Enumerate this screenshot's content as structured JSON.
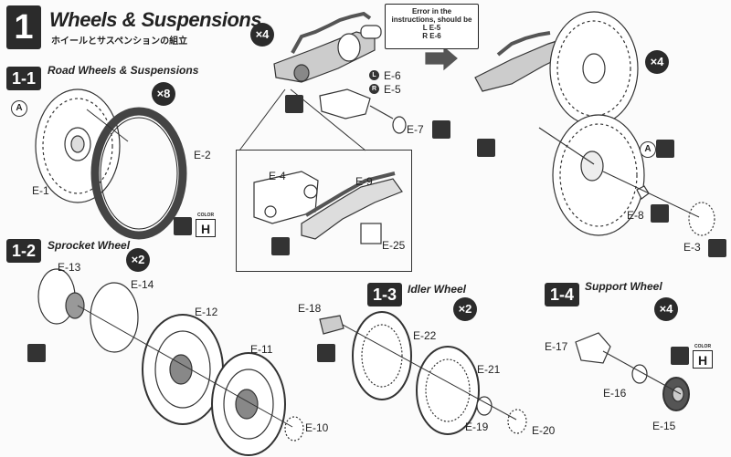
{
  "header": {
    "step_number": "1",
    "title": "Wheels & Suspensions",
    "subtitle_jp": "ホイールとサスペンションの組立"
  },
  "error_note": {
    "line1": "Error in the",
    "line2": "instructions, should be",
    "line3": "L  E-5",
    "line4": "R E-6"
  },
  "sections": [
    {
      "step": "1-1",
      "title": "Road Wheels & Suspensions",
      "qty": "×8"
    },
    {
      "step": "1-2",
      "title": "Sprocket Wheel",
      "qty": "×2"
    },
    {
      "step": "1-3",
      "title": "Idler Wheel",
      "qty": "×2"
    },
    {
      "step": "1-4",
      "title": "Support Wheel",
      "qty": "×4"
    }
  ],
  "qty_top": "×4",
  "qty_right": "×4",
  "markers": {
    "a": "A",
    "l": "L",
    "r": "R",
    "color_h": "H",
    "color_tag": "COLOR"
  },
  "labels": {
    "e1": "E-1",
    "e2": "E-2",
    "e3": "E-3",
    "e4": "E-4",
    "e5": "E-5",
    "e6": "E-6",
    "e7": "E-7",
    "e8": "E-8",
    "e9": "E-9",
    "e10": "E-10",
    "e11": "E-11",
    "e12": "E-12",
    "e13": "E-13",
    "e14": "E-14",
    "e15": "E-15",
    "e16": "E-16",
    "e17": "E-17",
    "e18": "E-18",
    "e19": "E-19",
    "e20": "E-20",
    "e21": "E-21",
    "e22": "E-22",
    "e25": "E-25"
  }
}
